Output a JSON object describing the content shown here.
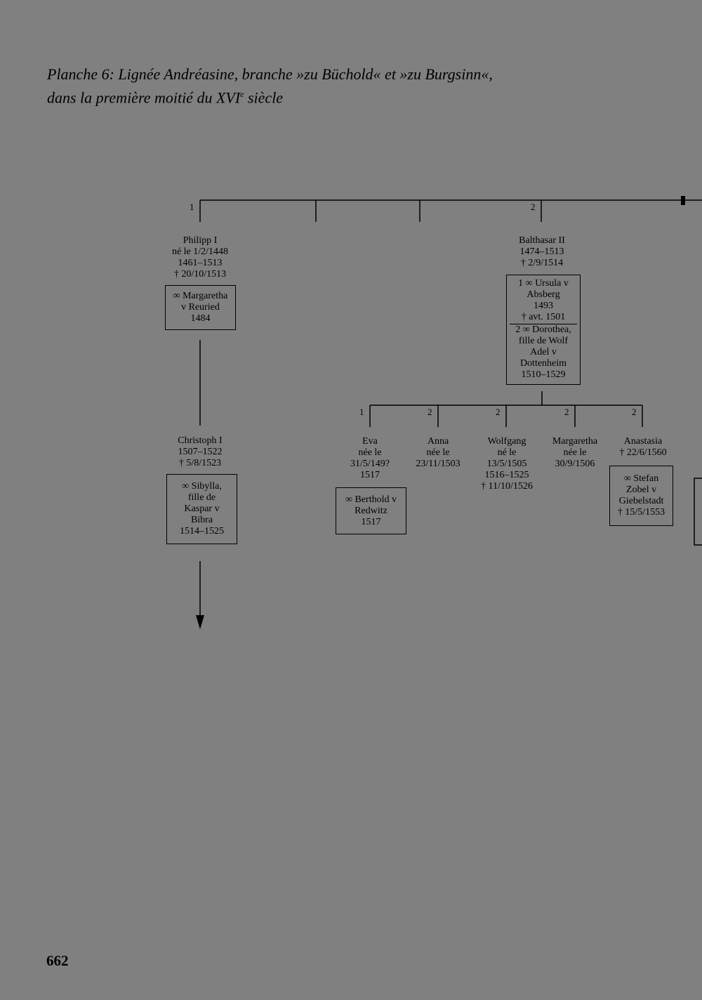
{
  "title_line1": "Planche 6: Lignée Andréasine, branche »zu Büchold« et »zu Burgsinn«,",
  "title_line2_a": "dans la première moitié du XVI",
  "title_line2_sup": "e",
  "title_line2_b": " siècle",
  "page_number": "662",
  "top_numbers": {
    "philipp": "1",
    "balthasar": "2"
  },
  "philipp": {
    "lines": [
      "Philipp I",
      "né le 1/2/1448",
      "1461–1513",
      "† 20/10/1513"
    ],
    "marriage": [
      "∞ Margaretha",
      "v Reuried",
      "1484"
    ]
  },
  "balthasar": {
    "lines": [
      "Balthasar II",
      "1474–1513",
      "† 2/9/1514"
    ],
    "marriage1": [
      "1 ∞ Ursula v",
      "Absberg",
      "1493",
      "† avt. 1501"
    ],
    "marriage2": [
      "2 ∞ Dorothea,",
      "fille de Wolf",
      "Adel v",
      "Dottenheim",
      "1510–1529"
    ]
  },
  "christoph": {
    "lines": [
      "Christoph I",
      "1507–1522",
      "† 5/8/1523"
    ],
    "marriage": [
      "∞ Sibylla,",
      "fille de",
      "Kaspar v",
      "Bibra",
      "1514–1525"
    ]
  },
  "children": [
    {
      "num": "1",
      "lines": [
        "Eva",
        "née le",
        "31/5/149?",
        "1517"
      ],
      "marriage": [
        "∞ Berthold v",
        "Redwitz",
        "1517"
      ]
    },
    {
      "num": "2",
      "lines": [
        "Anna",
        "née le",
        "23/11/1503"
      ]
    },
    {
      "num": "2",
      "lines": [
        "Wolfgang",
        "né le",
        "13/5/1505",
        "1516–1525",
        "† 11/10/1526"
      ]
    },
    {
      "num": "2",
      "lines": [
        "Margaretha",
        "née le",
        "30/9/1506"
      ]
    },
    {
      "num": "2",
      "lines": [
        "Anastasia",
        "† 22/6/1560"
      ],
      "marriage": [
        "∞ Stefan",
        "Zobel v",
        "Giebelstadt",
        "† 15/5/1553"
      ]
    }
  ]
}
